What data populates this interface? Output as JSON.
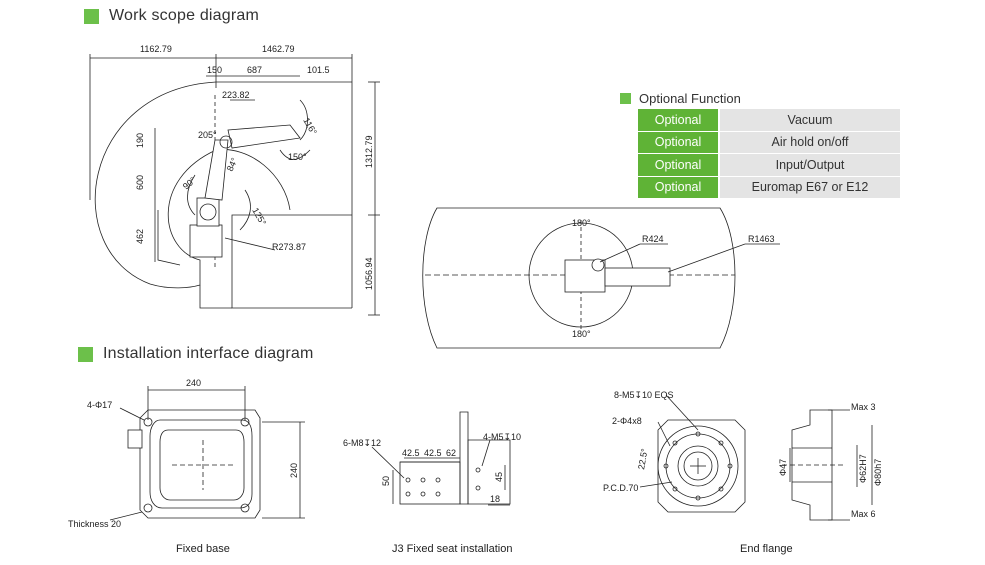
{
  "headings": {
    "work_scope": "Work scope diagram",
    "installation": "Installation interface diagram",
    "optional": "Optional Function"
  },
  "optional_functions": [
    {
      "label": "Optional",
      "value": "Vacuum"
    },
    {
      "label": "Optional",
      "value": "Air hold on/off"
    },
    {
      "label": "Optional",
      "value": "Input/Output"
    },
    {
      "label": "Optional",
      "value": "Euromap E67 or E12"
    }
  ],
  "work_scope_dims": {
    "left_reach": "1162.79",
    "right_reach": "1462.79",
    "d150": "150",
    "d687": "687",
    "d101": "101.5",
    "d223": "223.82",
    "d190": "190",
    "d600": "600",
    "d462": "462",
    "height_top": "1312.79",
    "height_bottom": "1056.94",
    "a205": "205°",
    "a116": "116°",
    "a150": "150°",
    "a84": "84°",
    "a90": "90°",
    "a125": "125°",
    "r273": "R273.87"
  },
  "top_view_dims": {
    "a180_top": "180°",
    "a180_bottom": "180°",
    "r424": "R424",
    "r1463": "R1463"
  },
  "fixed_base": {
    "caption": "Fixed base",
    "hole": "4-Φ17",
    "width": "240",
    "height": "240",
    "thickness": "Thickness 20"
  },
  "j3_seat": {
    "caption": "J3 Fixed seat installation",
    "m8": "6-M8↧12",
    "m5": "4-M5↧10",
    "d42a": "42.5",
    "d42b": "42.5",
    "d62": "62",
    "d50": "50",
    "d45": "45",
    "d18": "18"
  },
  "end_flange": {
    "caption": "End flange",
    "m5": "8-M5↧10 EQS",
    "pin": "2-Φ4x8",
    "angle": "22.5°",
    "pcd": "P.C.D.70",
    "max3": "Max 3",
    "max6": "Max 6",
    "d47": "Φ47",
    "d62": "Φ62H7",
    "d80": "Φ80h7"
  },
  "colors": {
    "accent": "#6cc04a",
    "table_key": "#5fb336",
    "table_value": "#e4e4e4"
  }
}
